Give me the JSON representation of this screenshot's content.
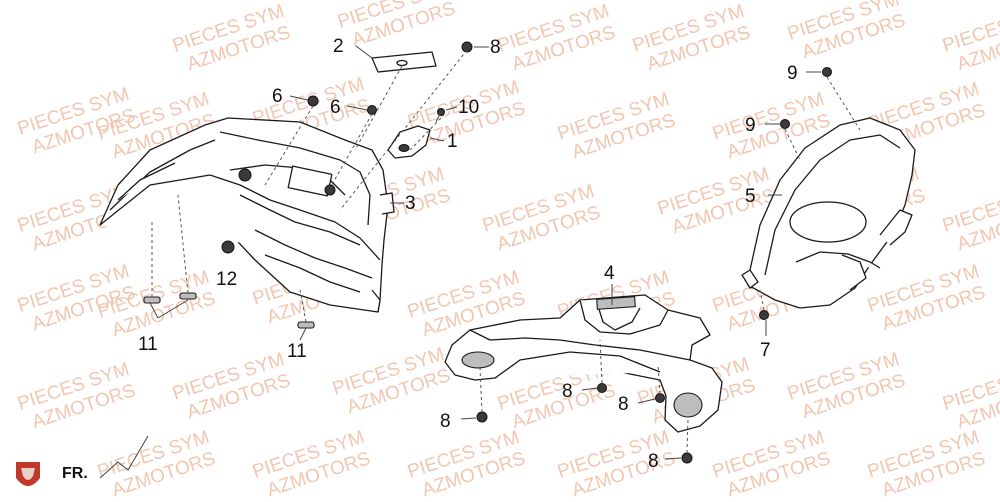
{
  "watermark": {
    "line1": "PIECES SYM",
    "line2": "AZMOTORS",
    "color": "#f2c6b0"
  },
  "callouts": {
    "c1": "1",
    "c2": "2",
    "c3": "3",
    "c4": "4",
    "c5": "5",
    "c6a": "6",
    "c6b": "6",
    "c7": "7",
    "c8a": "8",
    "c8b": "8",
    "c8c": "8",
    "c8d": "8",
    "c8e": "8",
    "c9a": "9",
    "c9b": "9",
    "c10": "10",
    "c11a": "11",
    "c11b": "11",
    "c12": "12"
  },
  "direction": {
    "label": "FR."
  },
  "logo": {
    "color": "#c0392b"
  }
}
